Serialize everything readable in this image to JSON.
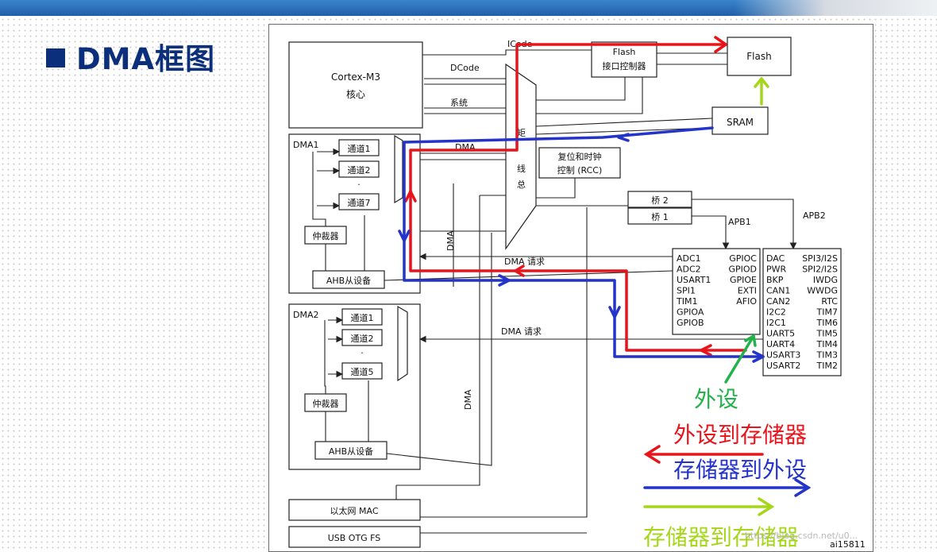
{
  "slide": {
    "title": "DMA框图"
  },
  "diagram": {
    "cortex": {
      "name": "Cortex-M3",
      "sub": "核心"
    },
    "buses": {
      "icode": "ICode",
      "dcode": "DCode",
      "system": "系统",
      "dma": "DMA",
      "bus_matrix": "总线矩阵"
    },
    "flash_ctrl": {
      "line1": "Flash",
      "line2": "接口控制器"
    },
    "flash": "Flash",
    "sram": "SRAM",
    "rcc": {
      "line1": "复位和时钟",
      "line2": "控制 (RCC)"
    },
    "bridge2": "桥 2",
    "bridge1": "桥 1",
    "apb1": "APB1",
    "apb2": "APB2",
    "dma1": {
      "title": "DMA1",
      "channels": [
        "通道1",
        "通道2",
        "·",
        "通道7"
      ],
      "arbiter": "仲裁器",
      "ahb_slave": "AHB从设备"
    },
    "dma2": {
      "title": "DMA2",
      "channels": [
        "通道1",
        "通道2",
        "·",
        "通道5"
      ],
      "arbiter": "仲裁器",
      "ahb_slave": "AHB从设备"
    },
    "dma_request_1": "DMA 请求",
    "dma_request_2": "DMA 请求",
    "dma_vertical_1": "DMA",
    "dma_vertical_2": "DMA",
    "apb2_left_col": [
      "ADC1",
      "ADC2",
      "USART1",
      "SPI1",
      "TIM1",
      "GPIOA",
      "GPIOB"
    ],
    "apb2_right_col": [
      "GPIOC",
      "GPIOD",
      "GPIOE",
      "EXTI",
      "AFIO"
    ],
    "apb1_left_col": [
      "DAC",
      "PWR",
      "BKP",
      "CAN1",
      "CAN2",
      "I2C2",
      "I2C1",
      "UART5",
      "UART4",
      "USART3",
      "USART2"
    ],
    "apb1_right_col": [
      "SPI3/I2S",
      "SPI2/I2S",
      "IWDG",
      "WWDG",
      "RTC",
      "TIM7",
      "TIM6",
      "TIM5",
      "TIM4",
      "TIM3",
      "TIM2"
    ],
    "ethernet": "以太网 MAC",
    "usb": "USB OTG FS",
    "figure_id": "ai15811"
  },
  "legend": {
    "peripheral": "外设",
    "periph_to_mem": "外设到存储器",
    "mem_to_periph": "存储器到外设",
    "mem_to_mem": "存储器到存储器"
  },
  "colors": {
    "title": "#0b2f7a",
    "red_path": "#e8141c",
    "blue_path": "#2433c8",
    "green_path": "#22b24a",
    "lime_path": "#a6d61a"
  },
  "watermark": "https://blog.csdn.net/u0..."
}
